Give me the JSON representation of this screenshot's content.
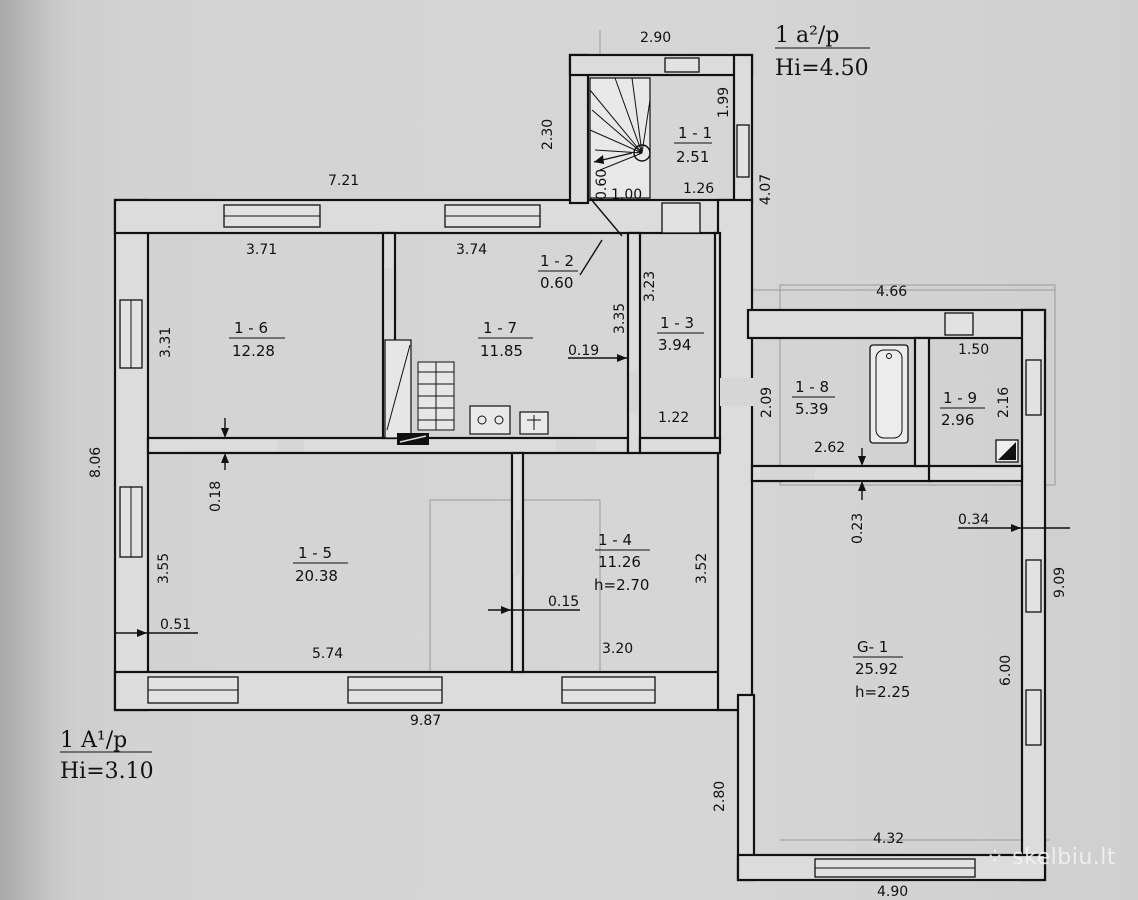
{
  "header_right": {
    "title": "1 a²/p",
    "height": "Hi=4.50"
  },
  "header_left": {
    "title": "1 A¹/p",
    "height": "Hi=3.10"
  },
  "rooms": [
    {
      "id": "1 - 1",
      "area": "2.51"
    },
    {
      "id": "1 - 2",
      "area": "0.60"
    },
    {
      "id": "1 - 3",
      "area": "3.94"
    },
    {
      "id": "1 - 4",
      "area": "11.26",
      "height": "h=2.70"
    },
    {
      "id": "1 - 5",
      "area": "20.38"
    },
    {
      "id": "1 - 6",
      "area": "12.28"
    },
    {
      "id": "1 - 7",
      "area": "11.85"
    },
    {
      "id": "1 - 8",
      "area": "5.39"
    },
    {
      "id": "1 - 9",
      "area": "2.96"
    },
    {
      "id": "G- 1",
      "area": "25.92",
      "height": "h=2.25"
    }
  ],
  "dims": [
    "2.90",
    "1.99",
    "2.30",
    "0.60",
    "1.00",
    "1.26",
    "4.07",
    "7.21",
    "3.71",
    "3.74",
    "3.31",
    "3.35",
    "3.23",
    "0.19",
    "4.66",
    "1.50",
    "2.16",
    "2.09",
    "1.22",
    "2.62",
    "0.23",
    "0.34",
    "8.06",
    "0.18",
    "3.55",
    "0.51",
    "5.74",
    "0.15",
    "3.20",
    "3.52",
    "9.09",
    "6.00",
    "9.87",
    "2.80",
    "4.32",
    "4.90"
  ],
  "watermark": "skelbiu.lt"
}
